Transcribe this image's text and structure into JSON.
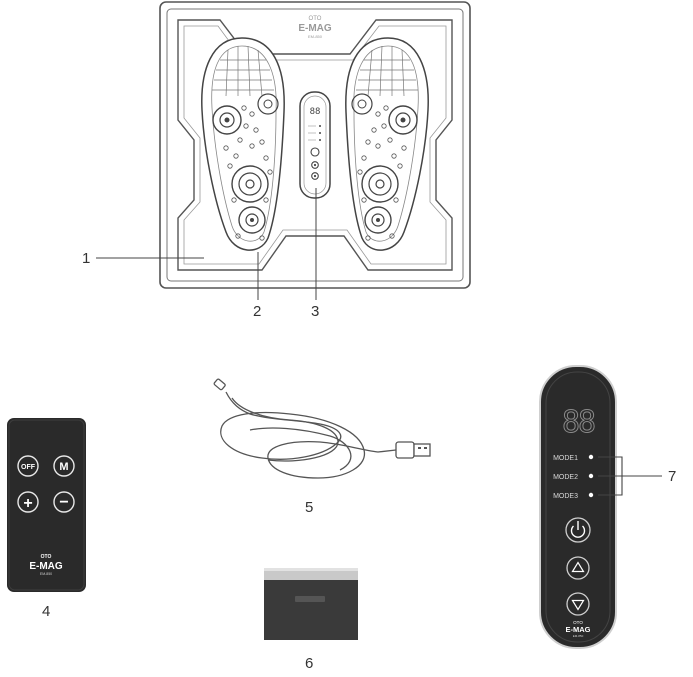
{
  "brand": {
    "small": "OTO",
    "name": "E-MAG",
    "model": "EM-850"
  },
  "callouts": [
    "1",
    "2",
    "3",
    "4",
    "5",
    "6",
    "7"
  ],
  "remote": {
    "off": "OFF",
    "mode": "M",
    "plus": "+",
    "minus": "−"
  },
  "controller": {
    "display": "88",
    "modes": [
      "MODE1",
      "MODE2",
      "MODE3"
    ]
  },
  "colors": {
    "outline": "#4a4a4a",
    "dark_panel": "#2b2b2b",
    "silver": "#c9c9c9"
  }
}
